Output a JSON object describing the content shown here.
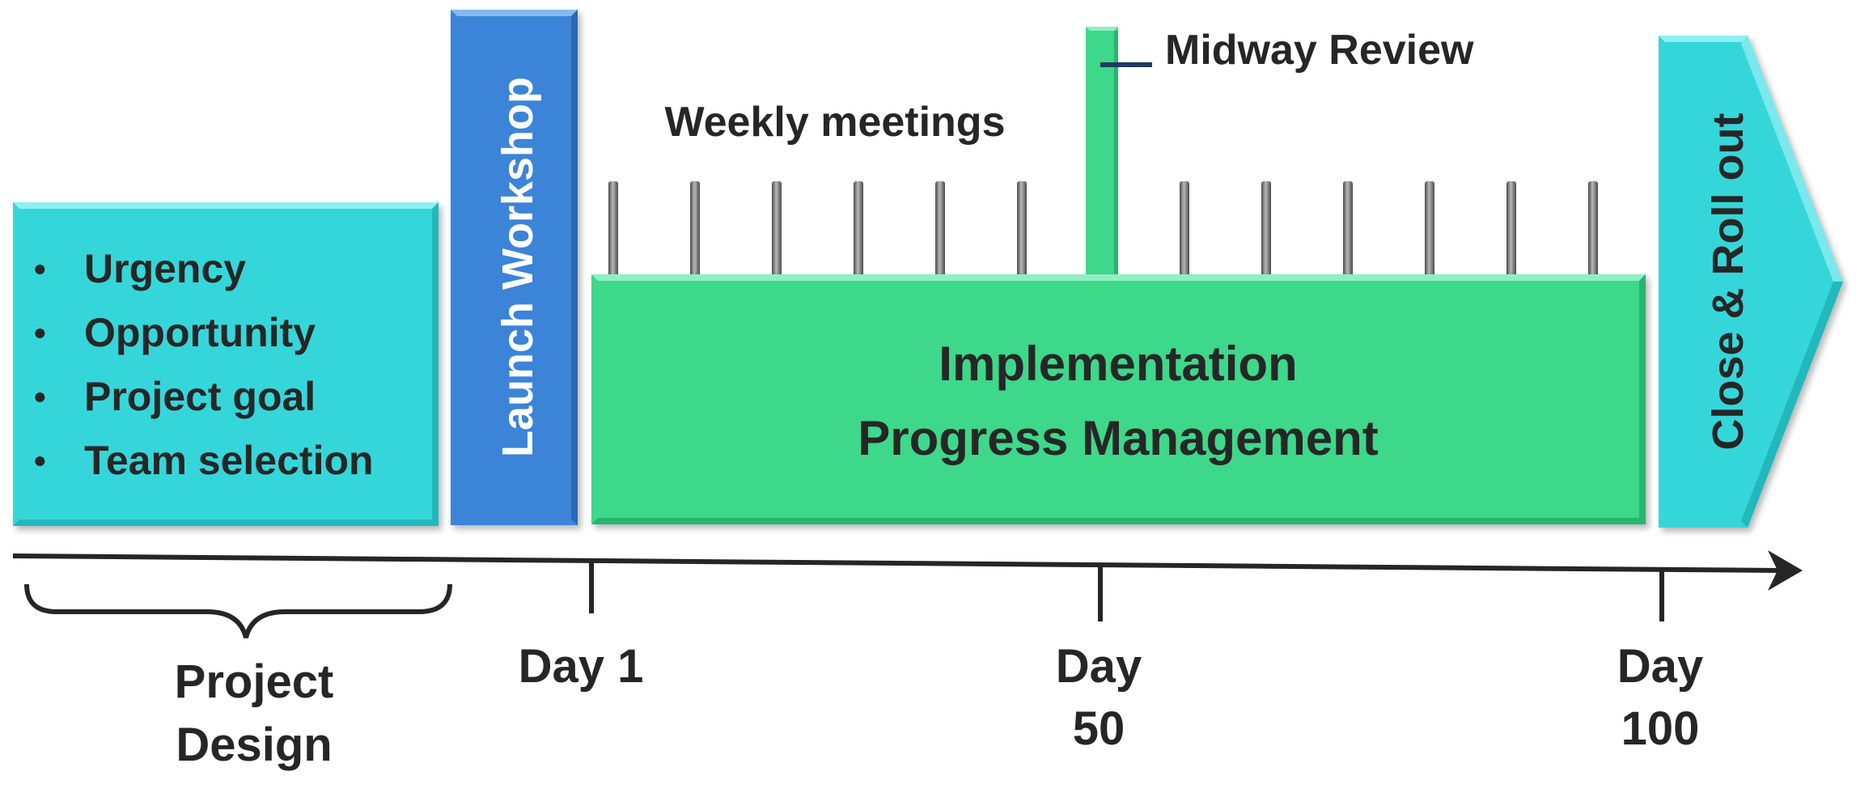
{
  "colors": {
    "cyan": "#36d6da",
    "blue": "#3a84d8",
    "green": "#3dd88a",
    "text": "#262626",
    "axis": "#262626",
    "pin": "#6e6e6e",
    "midway_marker": "#1f3a5f"
  },
  "project_design": {
    "bullets": [
      "Urgency",
      "Opportunity",
      "Project goal",
      "Team selection"
    ],
    "label_line1": "Project",
    "label_line2": "Design"
  },
  "launch_workshop": {
    "label": "Launch Workshop"
  },
  "implementation": {
    "line1": "Implementation",
    "line2": "Progress Management"
  },
  "weekly_meetings": {
    "label": "Weekly meetings"
  },
  "midway_review": {
    "label": "Midway Review"
  },
  "close_rollout": {
    "label": "Close & Roll out"
  },
  "milestones": [
    {
      "line1": "Day 1",
      "line2": ""
    },
    {
      "line1": "Day",
      "line2": "50"
    },
    {
      "line1": "Day",
      "line2": "100"
    }
  ]
}
